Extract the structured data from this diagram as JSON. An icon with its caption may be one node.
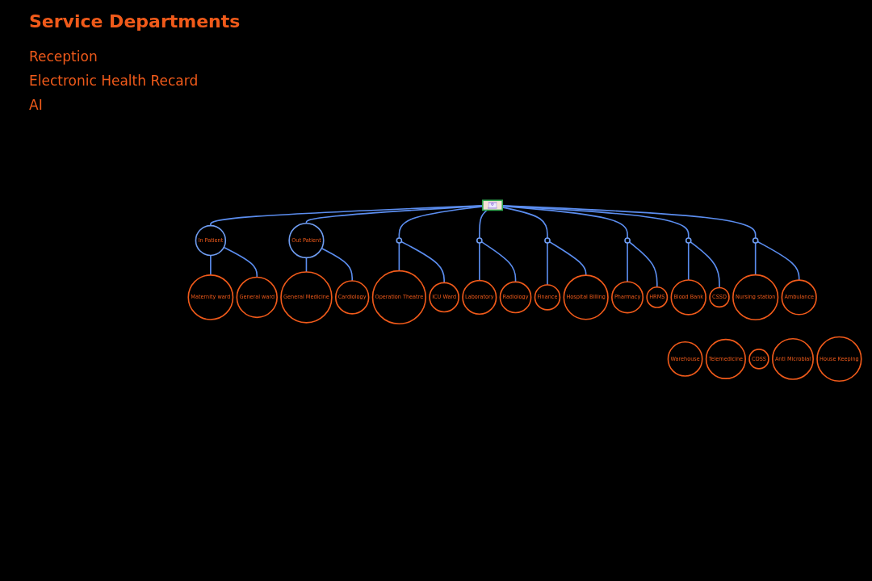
{
  "diagram": {
    "title": "Service Departments",
    "nodes": [
      {
        "text": [],
        "shape": "picture"
      },
      {
        "text": [
          "In Patient"
        ]
      },
      {
        "text": [
          "Out Patient"
        ]
      },
      {
        "text": [],
        "shape": "circle"
      },
      {
        "text": [],
        "shape": "circle"
      },
      {
        "text": [],
        "shape": "circle"
      },
      {
        "text": [],
        "shape": "circle"
      },
      {
        "text": [],
        "shape": "circle"
      },
      {
        "text": [],
        "shape": "circle"
      },
      {
        "text": [
          "Maternity ward"
        ]
      },
      {
        "text": [
          "General ward"
        ]
      },
      {
        "text": [
          "General Medicine"
        ]
      },
      {
        "text": [
          "Cardiology"
        ]
      },
      {
        "text": [
          "Operation Theatre"
        ]
      },
      {
        "text": [
          "ICU Ward"
        ]
      },
      {
        "text": [
          "Laboratory"
        ]
      },
      {
        "text": [
          "Radiology"
        ]
      },
      {
        "text": [
          "Finance"
        ]
      },
      {
        "text": [
          "Hospital Billing"
        ]
      },
      {
        "text": [
          "Pharmacy"
        ]
      },
      {
        "text": [
          "HRMS"
        ]
      },
      {
        "text": [
          "Blood Bank"
        ]
      },
      {
        "text": [
          "CSSD"
        ]
      },
      {
        "text": [
          "Nursing station"
        ]
      },
      {
        "text": [
          "Ambulance"
        ]
      },
      {
        "text": [
          "Warehouse"
        ]
      },
      {
        "text": [
          "Telemedicine"
        ]
      },
      {
        "text": [
          "CDSS"
        ]
      },
      {
        "text": [
          "Anti Microbial"
        ]
      },
      {
        "text": [
          "House Keeping"
        ]
      }
    ],
    "edges": [
      {
        "from": 0,
        "to": 1,
        "arrow": "none"
      },
      {
        "from": 0,
        "to": 2,
        "arrow": "none"
      },
      {
        "from": 0,
        "to": 3,
        "arrow": "none"
      },
      {
        "from": 0,
        "to": 4,
        "arrow": "none"
      },
      {
        "from": 0,
        "to": 5,
        "arrow": "none"
      },
      {
        "from": 0,
        "to": 6,
        "arrow": "none"
      },
      {
        "from": 0,
        "to": 7,
        "arrow": "none"
      },
      {
        "from": 0,
        "to": 8,
        "arrow": "none"
      },
      {
        "from": 1,
        "to": 9,
        "arrow": "none"
      },
      {
        "from": 1,
        "to": 10,
        "arrow": "none"
      },
      {
        "from": 2,
        "to": 11,
        "arrow": "none"
      },
      {
        "from": 2,
        "to": 12,
        "arrow": "none"
      },
      {
        "from": 3,
        "to": 13,
        "arrow": "none"
      },
      {
        "from": 3,
        "to": 14,
        "arrow": "none"
      },
      {
        "from": 4,
        "to": 15,
        "arrow": "none"
      },
      {
        "from": 4,
        "to": 16,
        "arrow": "none"
      },
      {
        "from": 5,
        "to": 17,
        "arrow": "none"
      },
      {
        "from": 5,
        "to": 18,
        "arrow": "none"
      },
      {
        "from": 6,
        "to": 19,
        "arrow": "none"
      },
      {
        "from": 6,
        "to": 20,
        "arrow": "none"
      },
      {
        "from": 7,
        "to": 21,
        "arrow": "none"
      },
      {
        "from": 7,
        "to": 22,
        "arrow": "none"
      },
      {
        "from": 8,
        "to": 23,
        "arrow": "none"
      },
      {
        "from": 8,
        "to": 24,
        "arrow": "none"
      }
    ],
    "labels": [
      "Reception",
      "Electronic Health Recard",
      "AI"
    ]
  }
}
